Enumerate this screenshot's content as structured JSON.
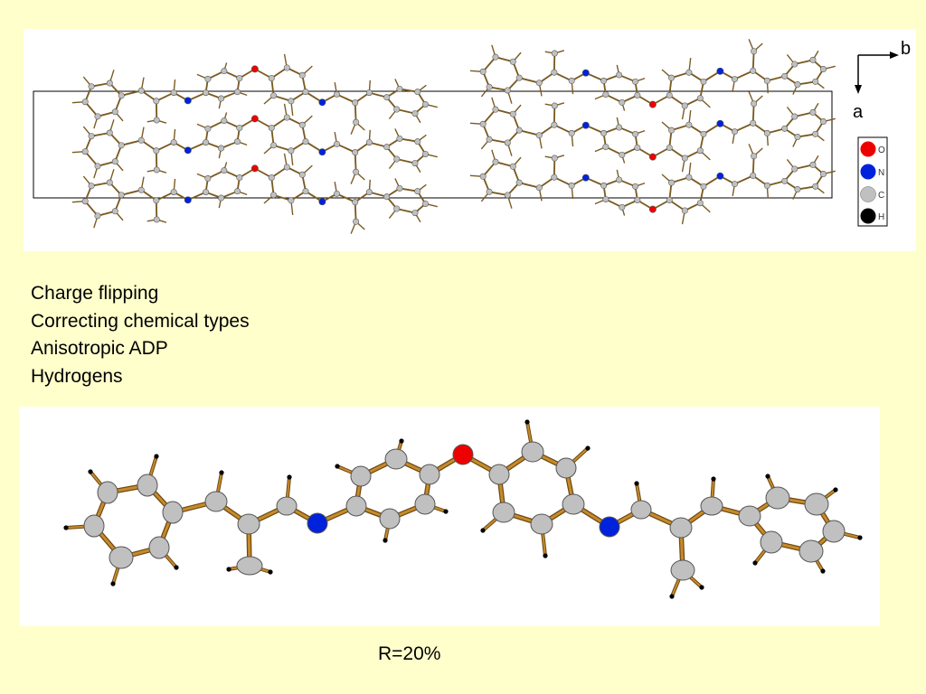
{
  "axes": {
    "b": "b",
    "a": "a"
  },
  "legend": [
    {
      "label": "O",
      "color": "#ee0000"
    },
    {
      "label": "N",
      "color": "#0022dd"
    },
    {
      "label": "C",
      "color": "#c0c0c0"
    },
    {
      "label": "H",
      "color": "#000000"
    }
  ],
  "steps": [
    "Charge flipping",
    "Correcting chemical types",
    "Anisotropic ADP",
    "Hydrogens"
  ],
  "r_value": "R=20%",
  "colors": {
    "background": "#ffffcc",
    "bond": "#c88a2a",
    "carbon": "#c0c0c0",
    "oxygen": "#ee0000",
    "nitrogen": "#0022dd",
    "hydrogen": "#000000"
  }
}
